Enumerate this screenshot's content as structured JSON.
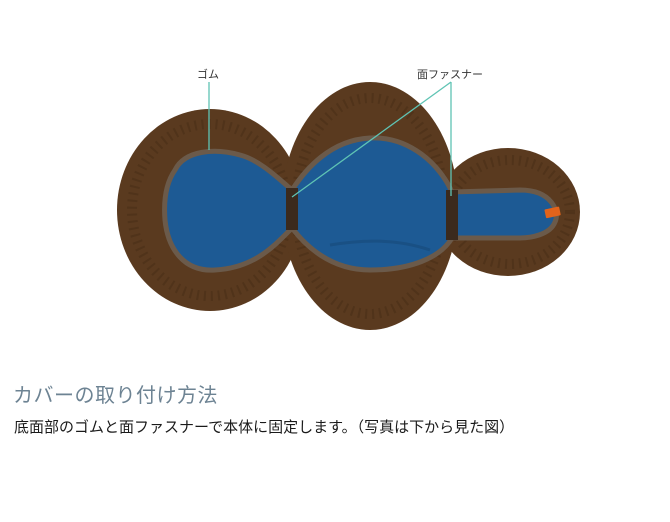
{
  "figure": {
    "callouts": [
      {
        "label": "ゴム"
      },
      {
        "label": "面ファスナー"
      }
    ],
    "colors": {
      "cover_brown": "#5a3a1f",
      "cover_brown_dark": "#4a2f18",
      "seam_gray": "#6b5a4a",
      "panel_blue": "#1d5a94",
      "strap_dark": "#3b2a1d",
      "leader_line": "#5fc4b4",
      "tag_orange": "#e2631b"
    }
  },
  "section": {
    "title": "カバーの取り付け方法",
    "description": "底面部のゴムと面ファスナーで本体に固定します。（写真は下から見た図）"
  }
}
